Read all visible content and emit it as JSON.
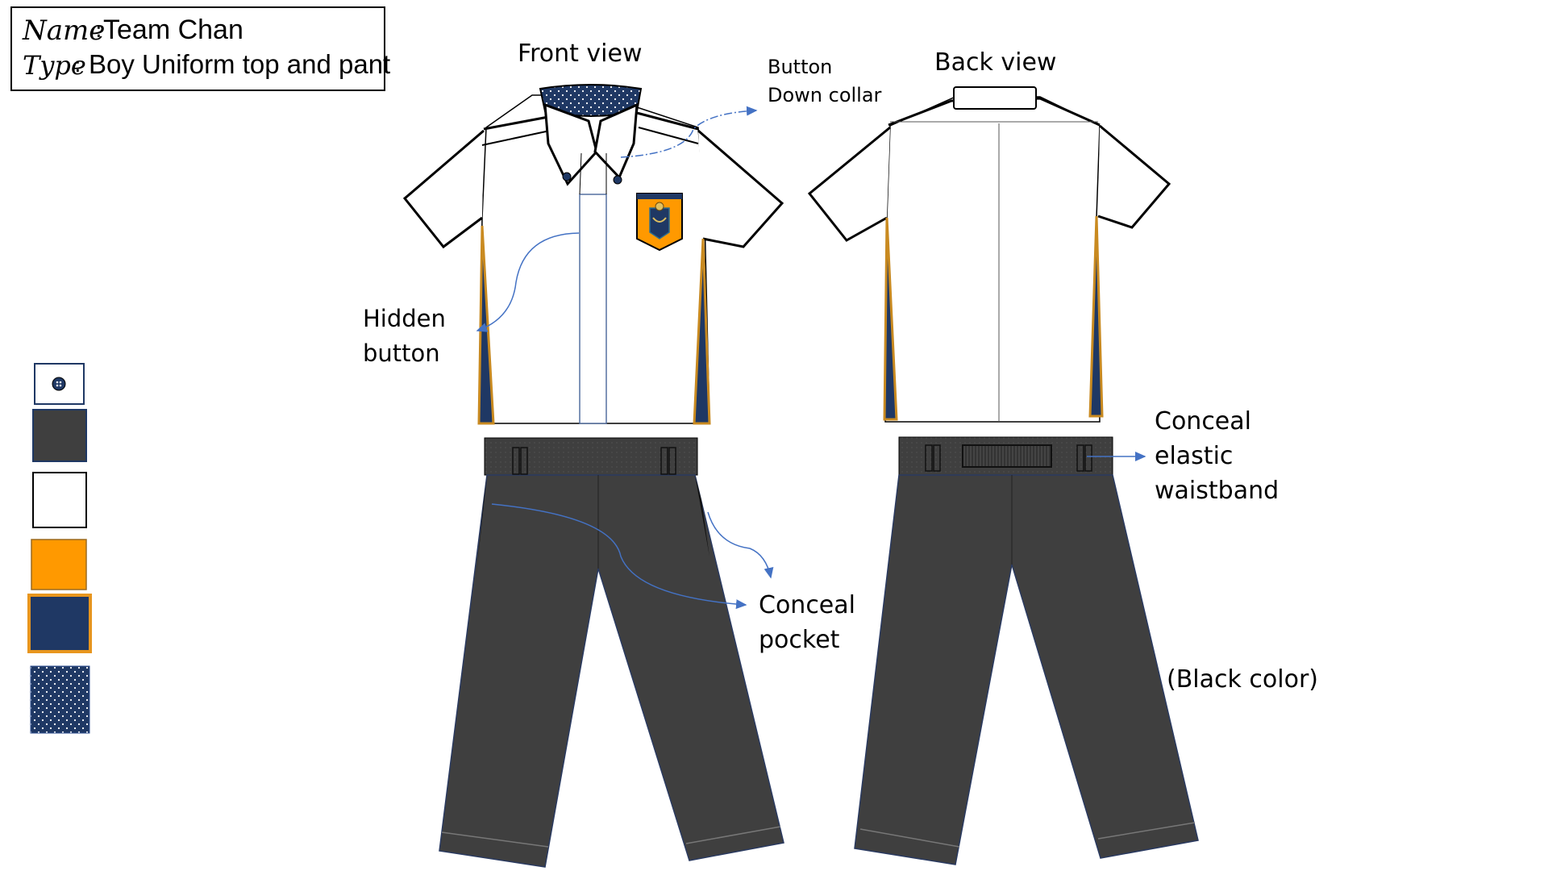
{
  "info_box": {
    "name_label": "Name",
    "name_value": "Team Chan",
    "type_label": "Type",
    "type_value": "Boy Uniform top and pant"
  },
  "views": {
    "front": "Front view",
    "back": "Back view"
  },
  "callouts": {
    "collar": [
      "Button",
      "Down collar"
    ],
    "hidden_button": [
      "Hidden",
      "button"
    ],
    "waistband": [
      "Conceal",
      "elastic",
      "waistband"
    ],
    "pocket": [
      "Conceal",
      "pocket"
    ],
    "color_note": "(Black color)"
  },
  "palette": {
    "navy": "#1f3864",
    "orange": "#ff9900",
    "dark_grey": "#3f3f3f",
    "white": "#ffffff",
    "arrow": "#4472c4",
    "trim_gold": "#c98a20"
  },
  "swatches": [
    {
      "name": "button-swatch",
      "fill": "#ffffff",
      "pattern": "button"
    },
    {
      "name": "dark-grey-swatch",
      "fill": "#3f3f3f",
      "pattern": "solid"
    },
    {
      "name": "white-swatch",
      "fill": "#ffffff",
      "pattern": "solid"
    },
    {
      "name": "orange-swatch",
      "fill": "#ff9900",
      "pattern": "solid"
    },
    {
      "name": "navy-swatch",
      "fill": "#1f3864",
      "pattern": "solid"
    },
    {
      "name": "polka-dot-swatch",
      "fill": "#1f3864",
      "pattern": "dots"
    }
  ]
}
